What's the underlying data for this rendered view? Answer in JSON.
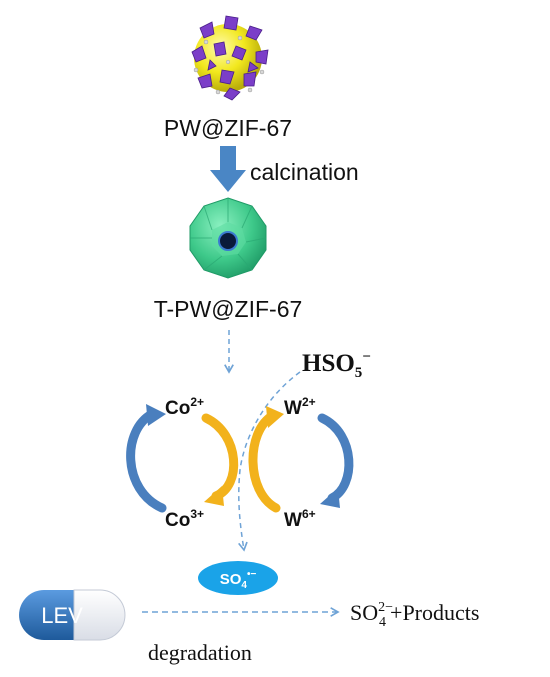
{
  "precursor": {
    "label": "PW@ZIF-67"
  },
  "step": {
    "label": "calcination"
  },
  "catalyst": {
    "label": "T-PW@ZIF-67"
  },
  "oxidant": {
    "base": "HSO",
    "sub": "5",
    "sup": "−"
  },
  "cobalt_cycle": {
    "upper": {
      "base": "Co",
      "sup": "2+"
    },
    "lower": {
      "base": "Co",
      "sup": "3+"
    }
  },
  "tungsten_cycle": {
    "upper": {
      "base": "W",
      "sup": "2+"
    },
    "lower": {
      "base": "W",
      "sup": "6+"
    }
  },
  "radical": {
    "base": "SO",
    "sub": "4",
    "sup": "•−"
  },
  "pollutant": {
    "label": "LEV"
  },
  "products": {
    "base": "SO",
    "sub": "4",
    "sup": "2−",
    "tail": "+Products"
  },
  "process": {
    "label": "degradation"
  },
  "colors": {
    "ball_yellow": "#f2e81e",
    "polyhedra_purple": "#7b3ec8",
    "crystal_green": "#3ec98a",
    "flow_arrow_blue": "#4a86c5",
    "cobalt_cycle_blue": "#4a7fbe",
    "tungsten_cycle_orange": "#f2b21c",
    "dashed_arrow_blue": "#6fa3d6",
    "radical_fill": "#1aa3e8",
    "capsule_blue": "#2f6fb0"
  }
}
